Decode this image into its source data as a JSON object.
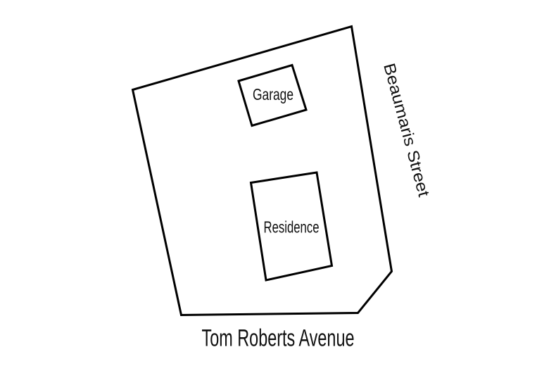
{
  "diagram": {
    "kind": "property-site-plan",
    "buildings": [
      {
        "label": "Garage"
      },
      {
        "label": "Residence"
      }
    ],
    "streets": [
      {
        "label": "Beaumaris Street",
        "position": "right-edge-rotated"
      },
      {
        "label": "Tom Roberts Avenue",
        "position": "bottom-edge"
      }
    ],
    "colors": {
      "line": "#000000",
      "text": "#111111",
      "background": "#ffffff"
    }
  }
}
